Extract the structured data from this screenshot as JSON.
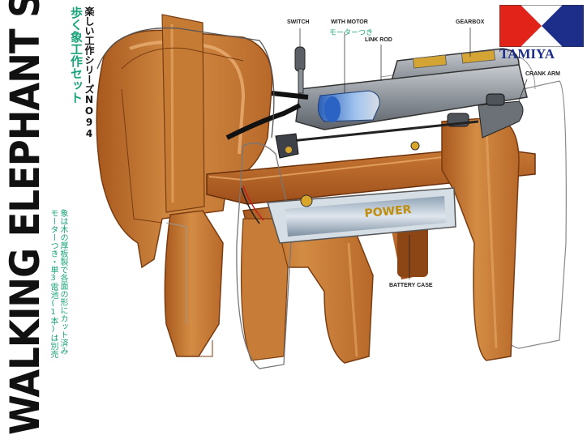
{
  "title": "WALKING ELEPHANT SET",
  "series": "楽しい工作シリーズNO94",
  "japanese_title": "歩く象工作セット",
  "description": [
    "象は木の厚板製で各面の形にカット済み",
    "モーターつき・単3電池(1本)は別売"
  ],
  "brand": {
    "name": "TAMIYA",
    "colors": {
      "red": "#e2231a",
      "blue": "#1c2d8a"
    }
  },
  "labels": {
    "switch": "SWITCH",
    "with_motor": "WITH MOTOR",
    "with_motor_jp": "モーターつき",
    "link_rod": "LINK ROD",
    "gearbox": "GEARBOX",
    "crank_arm": "CRANK ARM",
    "battery_case": "BATTERY CASE"
  },
  "battery_text": "POWER"
}
